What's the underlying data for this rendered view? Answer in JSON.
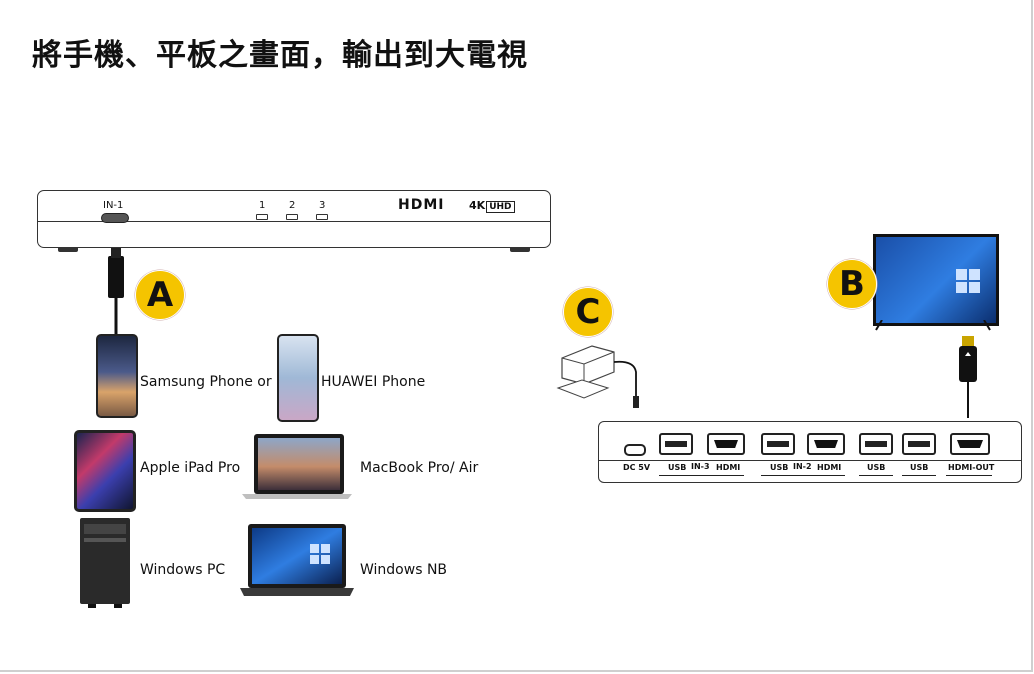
{
  "title": "將手機、平板之畫面，輸出到大電視",
  "hub_top": {
    "in_label": "IN-1",
    "indicators": [
      "1",
      "2",
      "3"
    ],
    "hdmi_logo": "HDMI",
    "uhd_prefix": "4K",
    "uhd_box": "UHD"
  },
  "markers": {
    "a": "A",
    "b": "B",
    "c": "C"
  },
  "devices": {
    "samsung": "Samsung Phone or",
    "huawei": "HUAWEI Phone",
    "ipad": "Apple iPad Pro",
    "macbook": "MacBook Pro/ Air",
    "windows_pc": "Windows PC",
    "windows_nb": "Windows NB"
  },
  "hub_bottom": {
    "dc": "DC 5V",
    "usb": "USB",
    "in3": "IN-3",
    "hdmi": "HDMI",
    "in2": "IN-2",
    "hdmi_out": "HDMI-OUT"
  },
  "colors": {
    "accent": "#f5c400",
    "screen": "#2f7de1"
  }
}
